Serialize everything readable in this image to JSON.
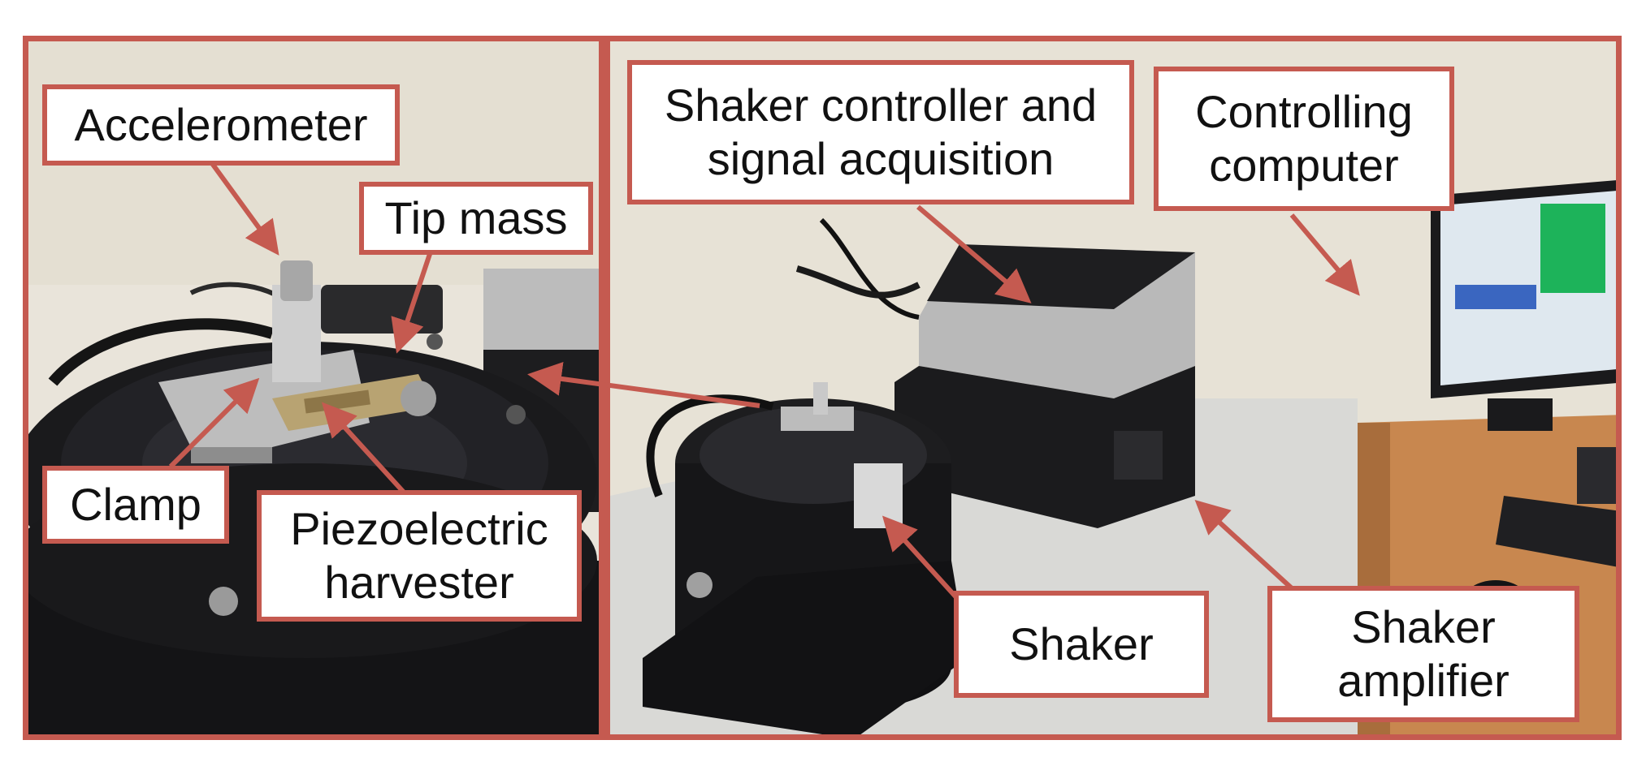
{
  "figure": {
    "left_panel": {
      "labels": {
        "accelerometer": "Accelerometer",
        "tip_mass": "Tip mass",
        "clamp": "Clamp",
        "piezoelectric_harvester": "Piezoelectric\nharvester"
      }
    },
    "right_panel": {
      "labels": {
        "shaker_controller": "Shaker controller and\nsignal acquisition",
        "controlling_computer": "Controlling\ncomputer",
        "shaker": "Shaker",
        "shaker_amplifier": "Shaker\namplifier"
      }
    },
    "colors": {
      "accent": "#c55a50",
      "wall": "#e7e2d6",
      "table": "#d9d9d6",
      "equipment_black": "#1b1b1d",
      "desk": "#c8874f"
    }
  }
}
